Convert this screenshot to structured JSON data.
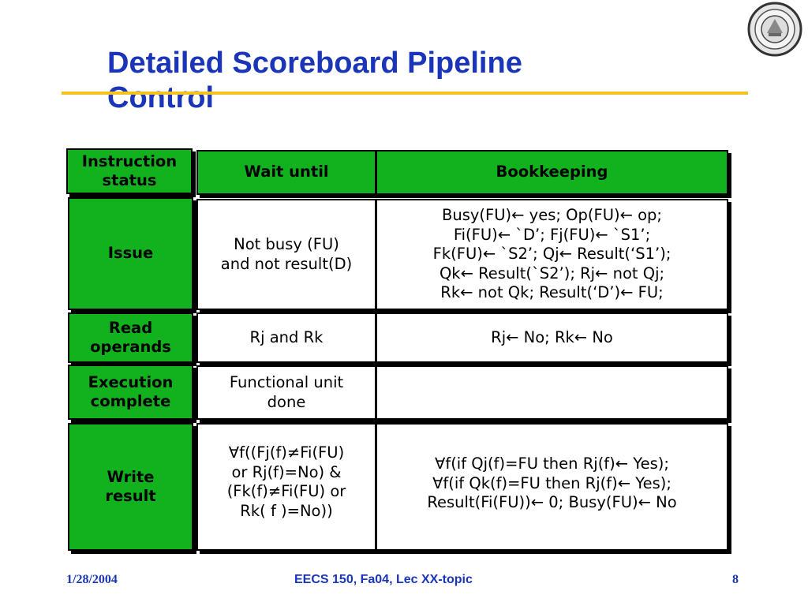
{
  "title": {
    "line1": "Detailed Scoreboard Pipeline",
    "line2": "Control"
  },
  "header_row": {
    "instruction_status": [
      "Instruction",
      "status"
    ],
    "wait_until": "Wait until",
    "bookkeeping": "Bookkeeping"
  },
  "rows": [
    {
      "status": [
        "Issue"
      ],
      "wait": [
        "Not busy (FU)",
        "and not result(D)"
      ],
      "book": [
        "Busy(FU)← yes; Op(FU)← op;",
        "Fi(FU)← `D’; Fj(FU)← `S1’;",
        "Fk(FU)← `S2’; Qj← Result(‘S1’);",
        "Qk←  Result(`S2’);  Rj← not Qj;",
        "Rk← not Qk; Result(‘D’)← FU;"
      ]
    },
    {
      "status": [
        "Read",
        "operands"
      ],
      "wait": [
        "Rj and Rk"
      ],
      "book": [
        "Rj← No; Rk← No"
      ]
    },
    {
      "status": [
        "Execution",
        "complete"
      ],
      "wait": [
        "Functional unit",
        "done"
      ],
      "book": []
    },
    {
      "status": [
        "Write",
        "result"
      ],
      "wait": [
        "∀f((Fj(f)≠Fi(FU)",
        "or Rj(f)=No) &",
        "(Fk(f)≠Fi(FU) or",
        "Rk( f )=No))"
      ],
      "book": [
        "∀f(if Qj(f)=FU then Rj(f)← Yes);",
        "∀f(if Qk(f)=FU then Rj(f)← Yes);",
        "Result(Fi(FU))← 0; Busy(FU)← No"
      ]
    }
  ],
  "footer": {
    "date": "1/28/2004",
    "course": "EECS 150, Fa04, Lec XX-topic",
    "page": "8"
  },
  "colors": {
    "title": "#1a35b8",
    "rule": "#f2c31f",
    "header_fill": "#12b11e"
  },
  "icons": {
    "seal": "university-seal-icon"
  }
}
